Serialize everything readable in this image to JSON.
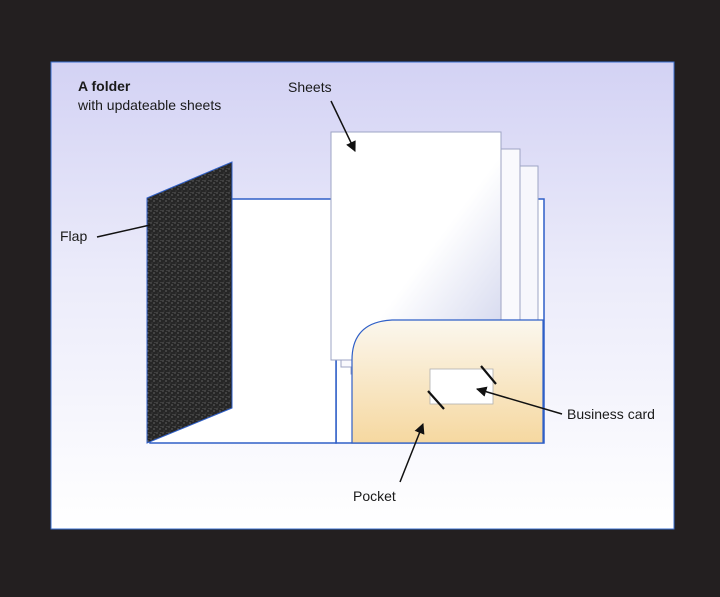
{
  "diagram": {
    "title": "A folder",
    "subtitle": "with updateable sheets",
    "labels": {
      "sheets": "Sheets",
      "flap": "Flap",
      "business_card": "Business card",
      "pocket": "Pocket"
    },
    "colors": {
      "outer_background": "#231f20",
      "panel_top": "#d3d2f4",
      "panel_bottom": "#ffffff",
      "folder_outline": "#2f5fc7",
      "pocket_fill_top": "#fbf6ea",
      "pocket_fill_bottom": "#f6d9a2",
      "flap_texture": "#2a2a2a"
    }
  }
}
